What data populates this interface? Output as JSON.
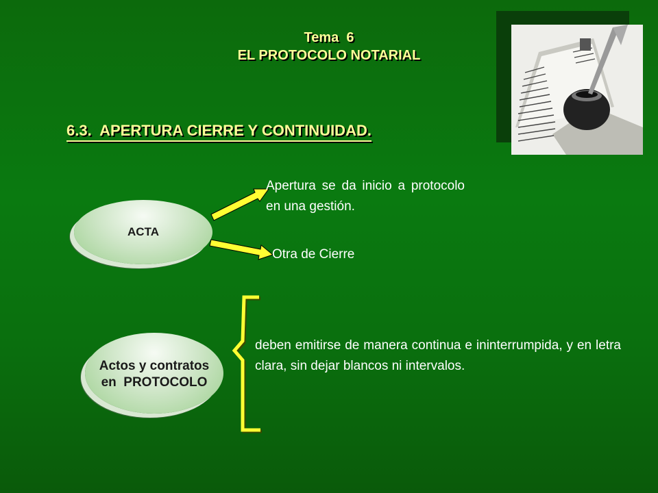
{
  "header": {
    "line1": "Tema  6",
    "line2": "EL PROTOCOLO NOTARIAL"
  },
  "section_heading": "6.3.  APERTURA CIERRE Y CONTINUIDAD.",
  "acta": {
    "label": "ACTA",
    "branch_apertura": "Apertura se da inicio a protocolo en una gestión.",
    "branch_cierre": "Otra de Cierre"
  },
  "actos": {
    "label_line1": "Actos y contratos",
    "label_line2": "en  PROTOCOLO",
    "description": "deben emitirse de manera continua e ininterrumpida, y en letra clara, sin dejar blancos ni intervalos."
  },
  "photo": {
    "icon": "quill-and-book-icon"
  },
  "colors": {
    "background": "#0a7a10",
    "title": "#ffff99",
    "arrow": "#ffff33",
    "text": "#ffffff"
  }
}
